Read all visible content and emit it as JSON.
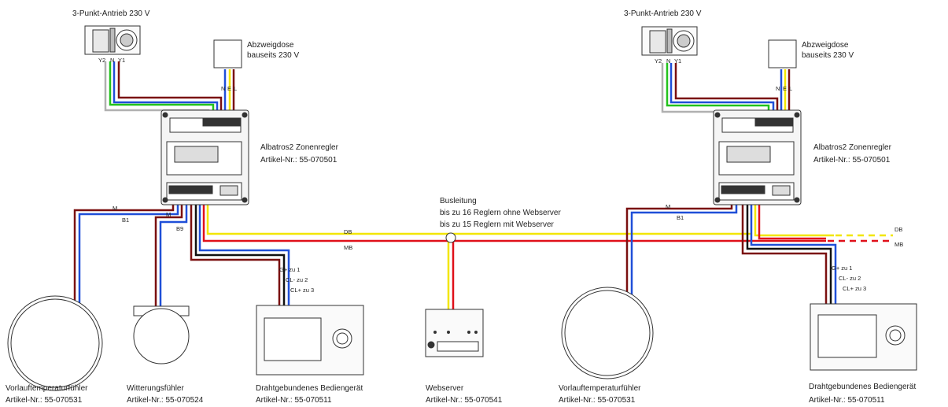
{
  "colors": {
    "brown": "#7a1010",
    "red": "#e0101a",
    "yellow": "#f2e600",
    "blue": "#1f4fd8",
    "green": "#22c21c",
    "grey": "#b0b0b0",
    "black": "#111111",
    "outline": "#333333"
  },
  "left": {
    "actuator": "3-Punkt-Antrieb 230 V",
    "actuator_terms": {
      "y2": "Y2",
      "n": "N",
      "y1": "Y1"
    },
    "junction": {
      "line1": "Abzweigdose",
      "line2": "bauseits 230 V"
    },
    "junction_terms": {
      "n": "N",
      "e": "E",
      "l": "L"
    },
    "controller": {
      "line1": "Albatros2 Zonenregler",
      "line2": "Artikel-Nr.: 55-070501"
    },
    "wire_m1": "M",
    "wire_b1": "B1",
    "wire_m2": "M",
    "wire_b9": "B9",
    "panel_g": "G+ zu 1",
    "panel_cl_minus": "CL- zu 2",
    "panel_cl_plus": "CL+ zu 3"
  },
  "right": {
    "actuator": "3-Punkt-Antrieb 230 V",
    "actuator_terms": {
      "y2": "Y2",
      "n": "N",
      "y1": "Y1"
    },
    "junction": {
      "line1": "Abzweigdose",
      "line2": "bauseits 230 V"
    },
    "junction_terms": {
      "n": "N",
      "e": "E",
      "l": "L"
    },
    "controller": {
      "line1": "Albatros2 Zonenregler",
      "line2": "Artikel-Nr.: 55-070501"
    },
    "wire_m": "M",
    "wire_b1": "B1",
    "panel_g": "G+ zu 1",
    "panel_cl_minus": "CL- zu 2",
    "panel_cl_plus": "CL+ zu 3"
  },
  "bus": {
    "line1": "Busleitung",
    "line2": "bis zu 16 Reglern ohne Webserver",
    "line3": "bis zu 15 Reglern mit Webserver",
    "db": "DB",
    "mb": "MB",
    "db_end": "DB",
    "mb_end": "MB"
  },
  "devices": [
    {
      "name": "Vorlauftemperaturfühler",
      "article": "Artikel-Nr.: 55-070531"
    },
    {
      "name": "Witterungsfühler",
      "article": "Artikel-Nr.: 55-070524"
    },
    {
      "name": "Drahtgebundenes Bediengerät",
      "article": "Artikel-Nr.: 55-070511"
    },
    {
      "name": "Webserver",
      "article": "Artikel-Nr.: 55-070541"
    },
    {
      "name": "Vorlauftemperaturfühler",
      "article": "Artikel-Nr.: 55-070531"
    },
    {
      "name": "Drahtgebundenes Bediengerät",
      "article": "Artikel-Nr.: 55-070511"
    }
  ]
}
